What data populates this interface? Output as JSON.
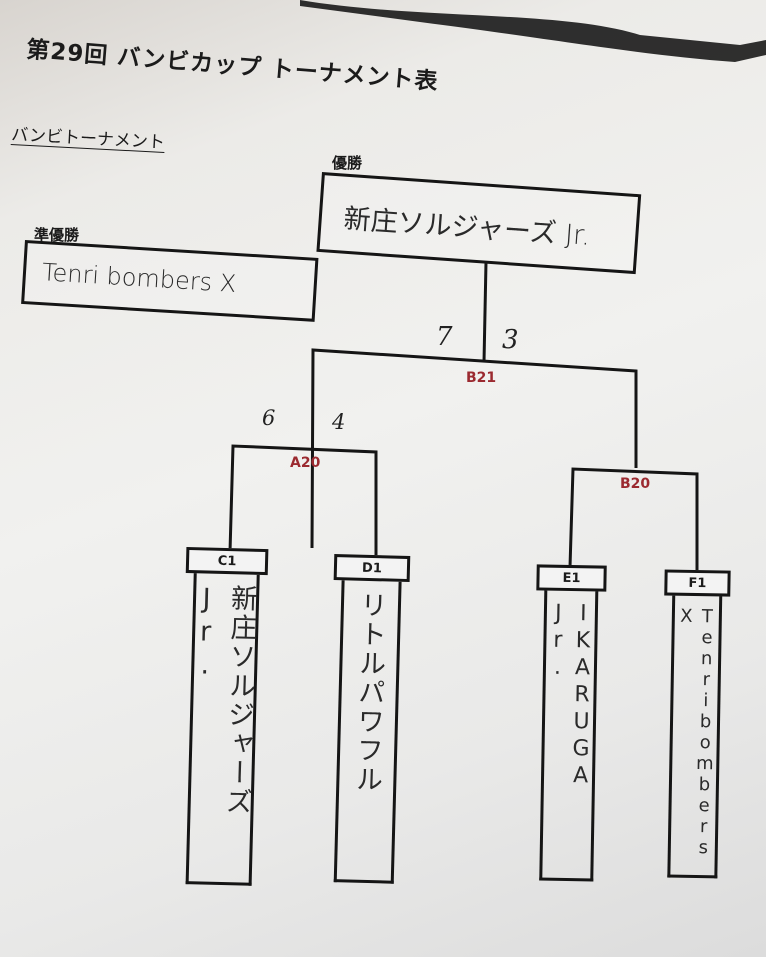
{
  "header": {
    "title": "第29回 バンビカップ トーナメント表",
    "subtitle": "バンビトーナメント"
  },
  "results": {
    "champion_label": "優勝",
    "champion": "新庄ソルジャーズ Jr.",
    "runner_up_label": "準優勝",
    "runner_up": "Tenri bombers X"
  },
  "matches": {
    "final": {
      "code": "B21",
      "score_left": "7",
      "score_right": "3"
    },
    "semi_left": {
      "code": "A20",
      "score_left": "6",
      "score_right": "4"
    },
    "semi_right": {
      "code": "B20"
    }
  },
  "teams": [
    {
      "code": "C1",
      "name": "新庄ソルジャーズJr."
    },
    {
      "code": "D1",
      "name": "リトルパワフル"
    },
    {
      "code": "E1",
      "name": "IKARUGA Jr."
    },
    {
      "code": "F1",
      "name": "Tenribombers X"
    }
  ],
  "colors": {
    "match_code": "#9b2a30",
    "ink": "#151515"
  }
}
